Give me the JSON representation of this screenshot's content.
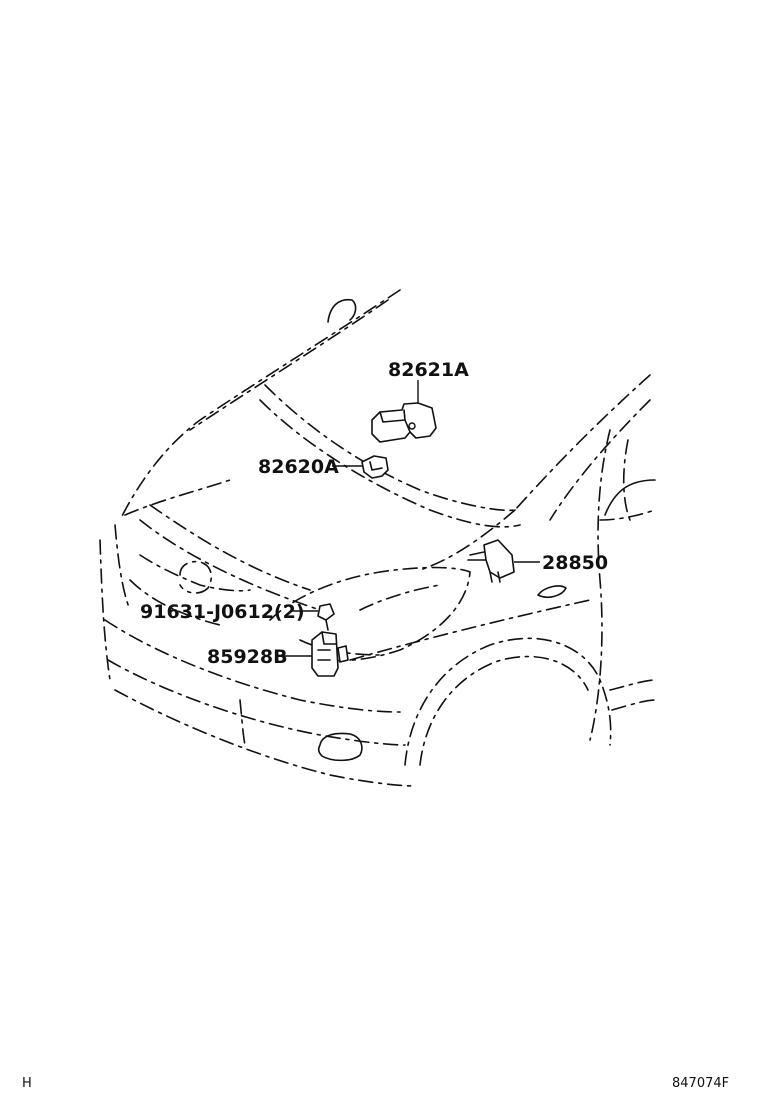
{
  "callouts": {
    "part_82621a": "82621A",
    "part_82620a": "82620A",
    "part_28850": "28850",
    "part_91631": "91631-J0612(2)",
    "part_85928b": "85928B"
  },
  "footer": {
    "left_code": "H",
    "right_code": "847074F"
  }
}
